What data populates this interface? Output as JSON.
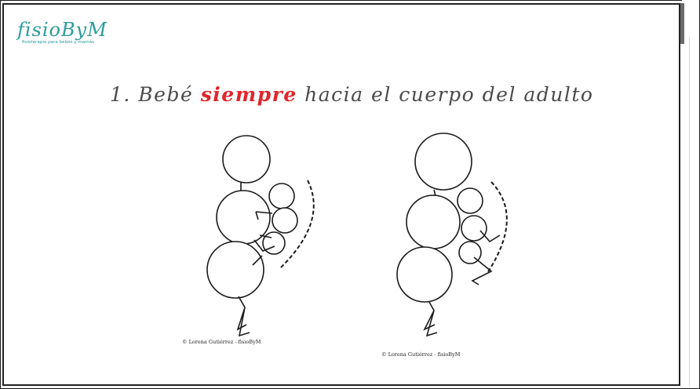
{
  "logo": {
    "wordmark": "fisioByM",
    "tagline": "fisioterapia para bebés y mamás",
    "color": "#2a9d9a"
  },
  "slide": {
    "title_prefix": "1. Bebé ",
    "title_highlight": "siempre",
    "title_suffix": " hacia el cuerpo del adulto",
    "highlight_color": "#e0262b"
  },
  "figures": [
    {
      "caption": "© Lorena Gutiérrez - fisioByM"
    },
    {
      "caption": "© Lorena Gutiérrez - fisioByM"
    }
  ]
}
